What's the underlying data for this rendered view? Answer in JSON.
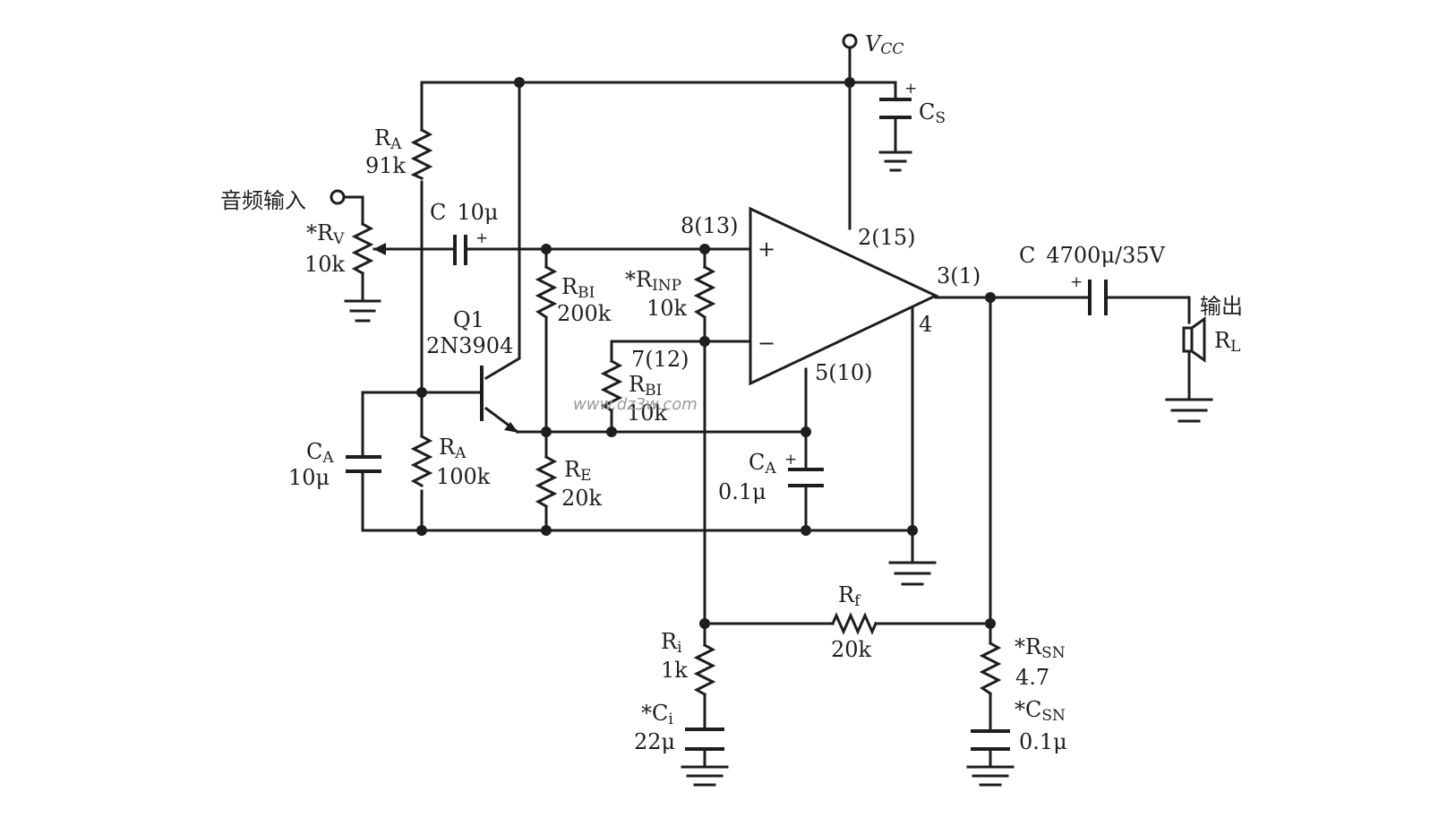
{
  "supply": {
    "name": "V",
    "sub": "CC"
  },
  "input_label": "音频输入",
  "output_label": "输出",
  "watermark": "www.dz3w.com",
  "components": {
    "ra_top": {
      "name": "R",
      "sub": "A",
      "value": "91k"
    },
    "rv": {
      "star": "*",
      "name": "R",
      "sub": "V",
      "value": "10k"
    },
    "c_in": {
      "name": "C",
      "value": "10μ"
    },
    "q1": {
      "name": "Q1",
      "part": "2N3904"
    },
    "rbi_top": {
      "name": "R",
      "sub": "BI",
      "value": "200k"
    },
    "rinp": {
      "star": "*",
      "name": "R",
      "sub": "INP",
      "value": "10k"
    },
    "rbi_mid": {
      "name": "R",
      "sub": "BI",
      "value": "10k"
    },
    "ca_left": {
      "name": "C",
      "sub": "A",
      "value": "10μ"
    },
    "ra_bot": {
      "name": "R",
      "sub": "A",
      "value": "100k"
    },
    "re": {
      "name": "R",
      "sub": "E",
      "value": "20k"
    },
    "ca_mid": {
      "name": "C",
      "sub": "A",
      "value": "0.1μ"
    },
    "cs": {
      "name": "C",
      "sub": "S"
    },
    "c_out": {
      "name": "C",
      "value": "4700μ/35V"
    },
    "rl": {
      "name": "R",
      "sub": "L"
    },
    "rf": {
      "name": "R",
      "sub": "f",
      "value": "20k"
    },
    "ri": {
      "name": "R",
      "sub": "i",
      "value": "1k"
    },
    "ci": {
      "star": "*",
      "name": "C",
      "sub": "i",
      "value": "22μ"
    },
    "rsn": {
      "star": "*",
      "name": "R",
      "sub": "SN",
      "value": "4.7"
    },
    "csn": {
      "star": "*",
      "name": "C",
      "sub": "SN",
      "value": "0.1μ"
    }
  },
  "pins": {
    "noninv": "8(13)",
    "inv": "7(12)",
    "vcc": "2(15)",
    "out": "3(1)",
    "gnd": "4",
    "byp": "5(10)"
  },
  "polarity": {
    "plus": "+",
    "minus": "−"
  }
}
